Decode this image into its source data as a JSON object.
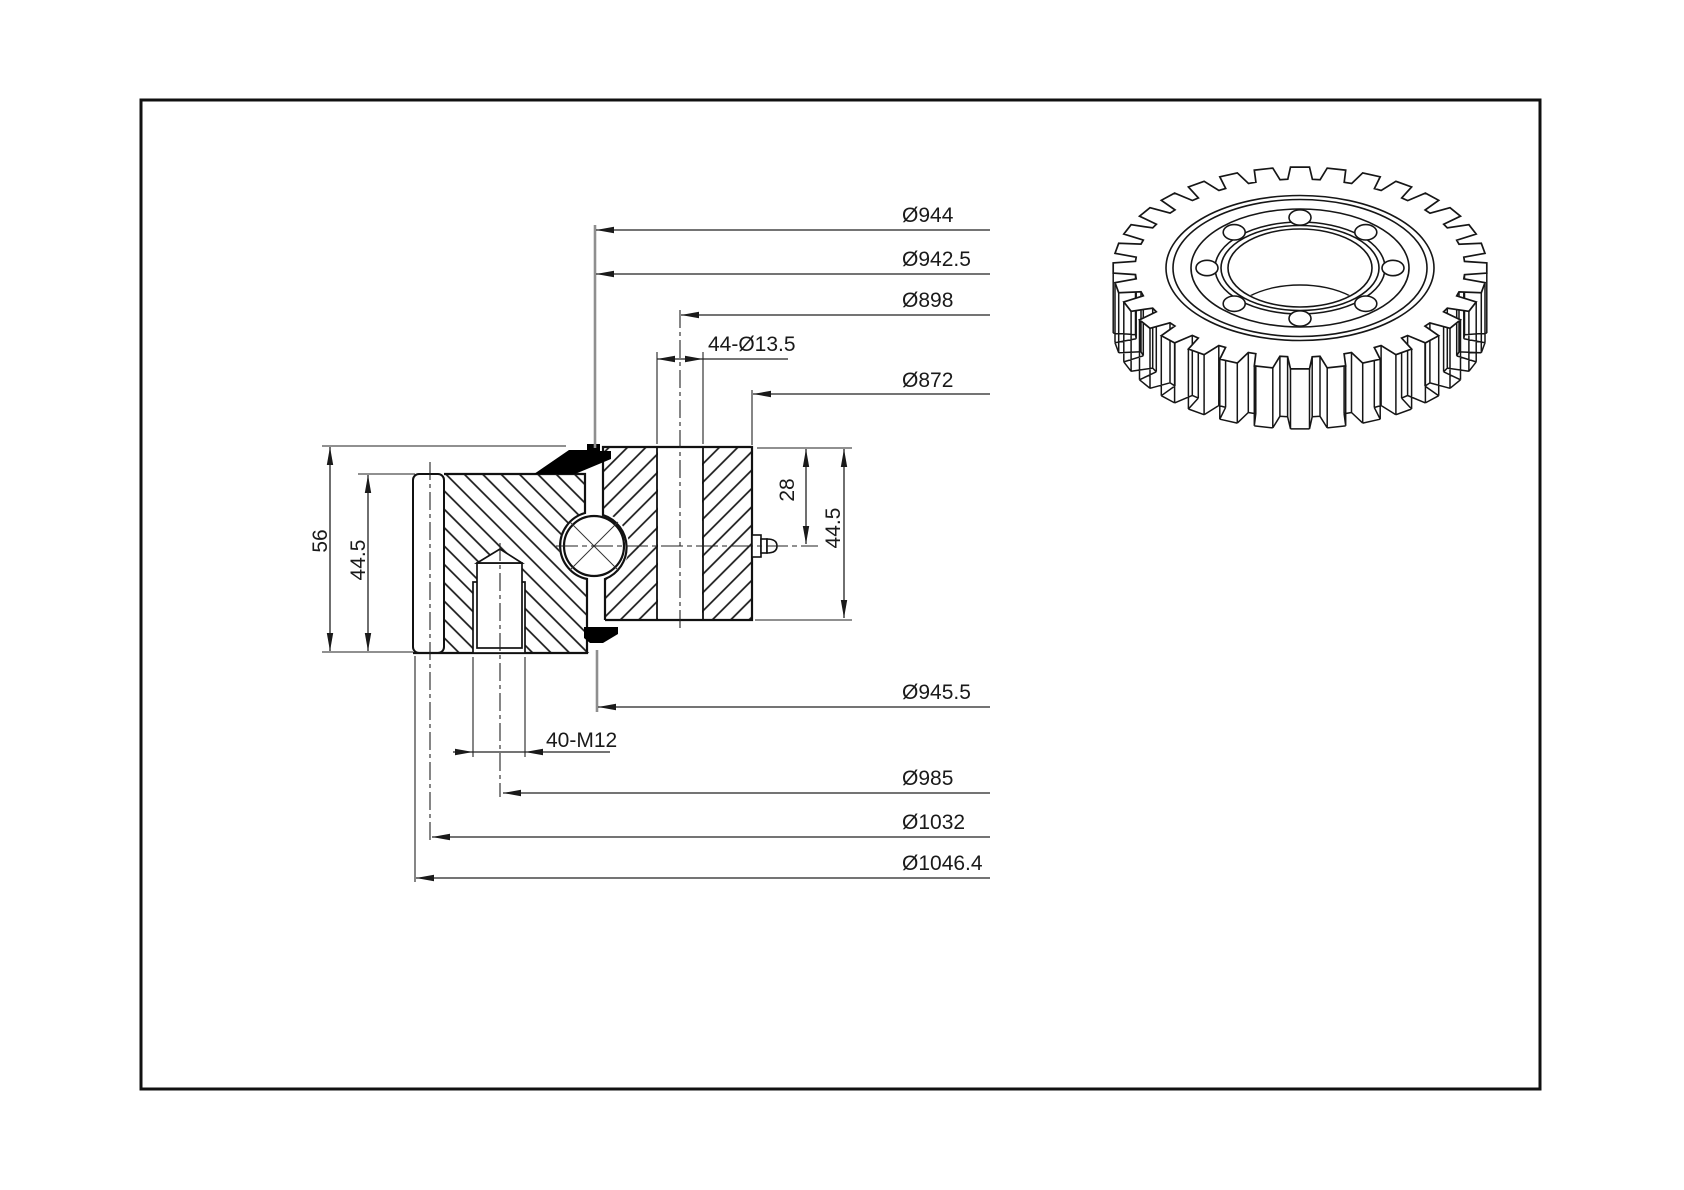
{
  "dimensions": {
    "d944": "Ø944",
    "d942_5": "Ø942.5",
    "d898": "Ø898",
    "d872": "Ø872",
    "holes_outer_ring": "44-Ø13.5",
    "d945_5": "Ø945.5",
    "holes_inner_ring": "40-M12",
    "d985": "Ø985",
    "d1032": "Ø1032",
    "d1046_4": "Ø1046.4",
    "overall_height": "56",
    "gear_ring_height": "44.5",
    "grease_port_offset": "28",
    "plain_ring_height": "44.5"
  },
  "colors": {
    "line": "#1a1a1a",
    "background": "#ffffff",
    "seal_fill": "#000000",
    "extension_gray": "#8f8f8f"
  }
}
